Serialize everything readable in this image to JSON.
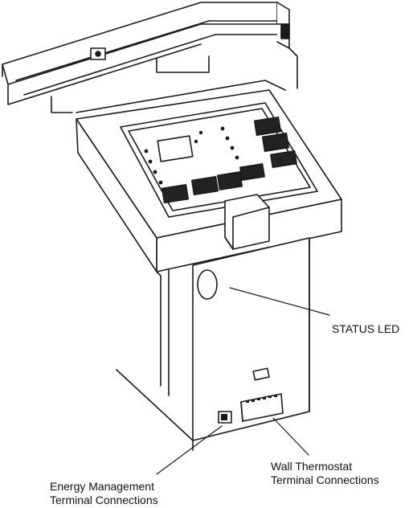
{
  "labels": {
    "status_led": "STATUS LED",
    "energy_management_line1": "Energy Management",
    "energy_management_line2": "Terminal Connections",
    "wall_thermostat_line1": "Wall Thermostat",
    "wall_thermostat_line2": "Terminal Connections"
  },
  "colors": {
    "line": "#1a1a1a",
    "fill": "#ffffff",
    "connector": "#222222"
  }
}
